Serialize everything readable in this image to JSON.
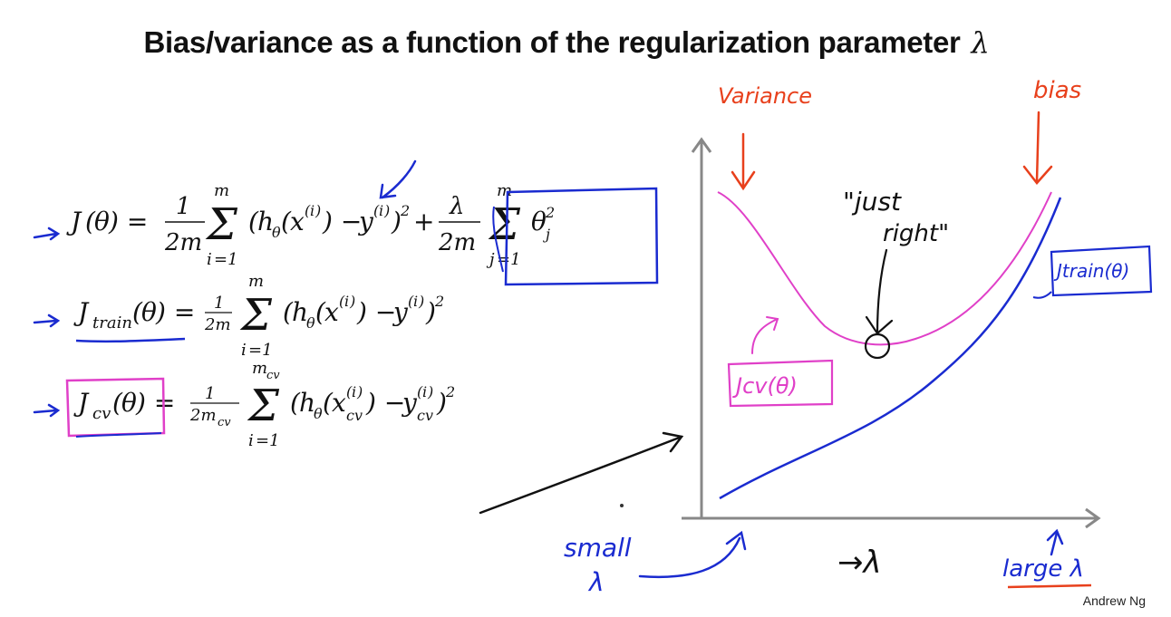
{
  "title": {
    "text": "Bias/variance as a function of the regularization parameter",
    "symbol": "λ"
  },
  "equations": {
    "cost": "J(θ) = 1/2m Σ_{i=1}^{m} (h_θ(x^{(i)}) − y^{(i)})² + λ/2m Σ_{j=1}^{m} θ_j²",
    "train": "J_train(θ) = 1/2m Σ_{i=1}^{m} (h_θ(x^{(i)}) − y^{(i)})²",
    "cv": "J_cv(θ) = 1/2m_cv Σ_{i=1}^{m_cv} (h_θ(x_cv^{(i)}) − y_cv^{(i)})²"
  },
  "annotations": {
    "variance": "Variance",
    "bias": "bias",
    "just_right_line1": "\"just",
    "just_right_line2": "right\"",
    "jcv_label": "Jcv(θ)",
    "jtrain_label": "Jtrain(θ)",
    "small_line1": "small",
    "small_line2": "λ",
    "x_axis_label": "→λ",
    "large_label": "large λ"
  },
  "colors": {
    "cv_curve": "#e040c8",
    "train_curve": "#1a2bd0",
    "annotation_red": "#e8401c",
    "ink_blue": "#1a2bd0",
    "ink_black": "#111111",
    "axis": "#888888"
  },
  "credit": "Andrew Ng"
}
